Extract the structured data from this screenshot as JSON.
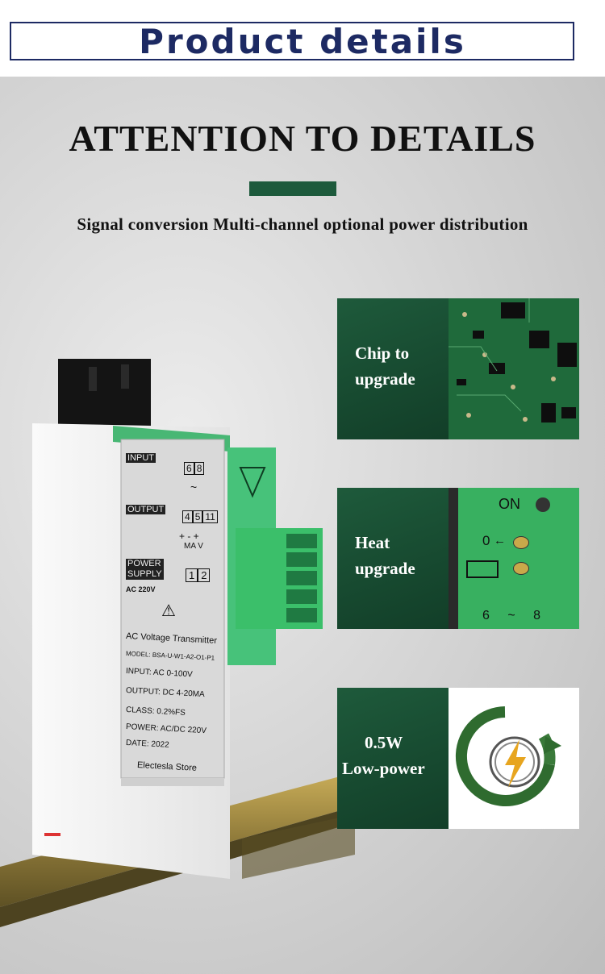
{
  "header": {
    "title": "Product details"
  },
  "headline": "ATTENTION TO DETAILS",
  "subtitle": "Signal conversion Multi-channel optional power distribution",
  "features": [
    {
      "line1": "Chip to",
      "line2": "upgrade"
    },
    {
      "line1": "Heat",
      "line2": "upgrade"
    },
    {
      "line1": "0.5W",
      "line2": "Low-power"
    }
  ],
  "heat_panel": {
    "on_label": "ON",
    "zero_label": "0",
    "terminal_label": "6 ~ 8"
  },
  "product": {
    "input_label": "INPUT",
    "input_terminals": [
      "6",
      "8"
    ],
    "output_label": "OUTPUT",
    "output_terminals": [
      "4",
      "5",
      "11"
    ],
    "output_signs": "+ - +",
    "output_units": "MA V",
    "power_label_1": "POWER",
    "power_label_2": "SUPPLY",
    "power_voltage": "AC 220V",
    "power_terminals": [
      "1",
      "2"
    ],
    "tilde": "~",
    "spec_title": "AC Voltage Transmitter",
    "model": "MODEL: BSA-U-W1-A2-O1-P1",
    "input_spec": "INPUT: AC  0-100V",
    "output_spec": "OUTPUT:  DC 4-20MA",
    "class_spec": "CLASS:   0.2%FS",
    "power_spec": "POWER: AC/DC 220V",
    "date_spec": "DATE:  2022",
    "store": "Electesla Store"
  },
  "colors": {
    "navy": "#1d2a63",
    "dark_green": "#1d5a3c",
    "terminal_green": "#3bb36b"
  }
}
